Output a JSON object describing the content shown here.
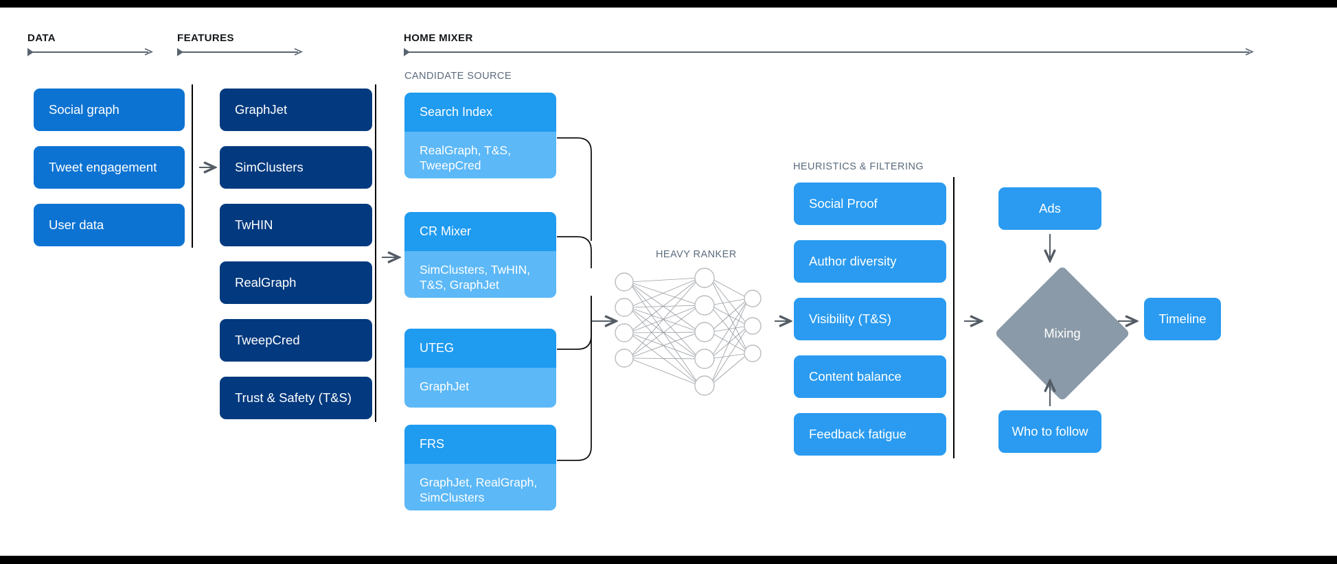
{
  "sections": {
    "data": {
      "title": "DATA"
    },
    "features": {
      "title": "FEATURES"
    },
    "home_mixer": {
      "title": "HOME MIXER"
    },
    "candidate_source": {
      "title": "CANDIDATE SOURCE"
    },
    "heavy_ranker": {
      "title": "HEAVY RANKER"
    },
    "heuristics": {
      "title": "HEURISTICS & FILTERING"
    }
  },
  "data_boxes": [
    {
      "label": "Social graph"
    },
    {
      "label": "Tweet engagement"
    },
    {
      "label": "User data"
    }
  ],
  "feature_boxes": [
    {
      "label": "GraphJet"
    },
    {
      "label": "SimClusters"
    },
    {
      "label": "TwHIN"
    },
    {
      "label": "RealGraph"
    },
    {
      "label": "TweepCred"
    },
    {
      "label": "Trust & Safety (T&S)"
    }
  ],
  "candidate_sources": [
    {
      "name": "Search Index",
      "features": "RealGraph, T&S,\nTweepCred"
    },
    {
      "name": "CR Mixer",
      "features": "SimClusters, TwHIN,\nT&S, GraphJet"
    },
    {
      "name": "UTEG",
      "features": "GraphJet"
    },
    {
      "name": "FRS",
      "features": "GraphJet, RealGraph,\nSimClusters"
    }
  ],
  "heuristic_boxes": [
    {
      "label": "Social Proof"
    },
    {
      "label": "Author diversity"
    },
    {
      "label": "Visibility (T&S)"
    },
    {
      "label": "Content balance"
    },
    {
      "label": "Feedback fatigue"
    }
  ],
  "output_stage": {
    "ads": "Ads",
    "mixing": "Mixing",
    "who_to_follow": "Who to follow",
    "timeline": "Timeline"
  },
  "ranker_network": {
    "input_nodes": 4,
    "hidden_nodes": 5,
    "output_nodes": 3
  },
  "colors": {
    "data_blue": "#0d73d2",
    "feature_navy": "#03397e",
    "candidate_header": "#1f9bf0",
    "candidate_body": "#5cb8f7",
    "heuristic_blue": "#2a9bf0",
    "mixing_gray": "#8b9aa8",
    "arrow_gray": "#545c65"
  }
}
